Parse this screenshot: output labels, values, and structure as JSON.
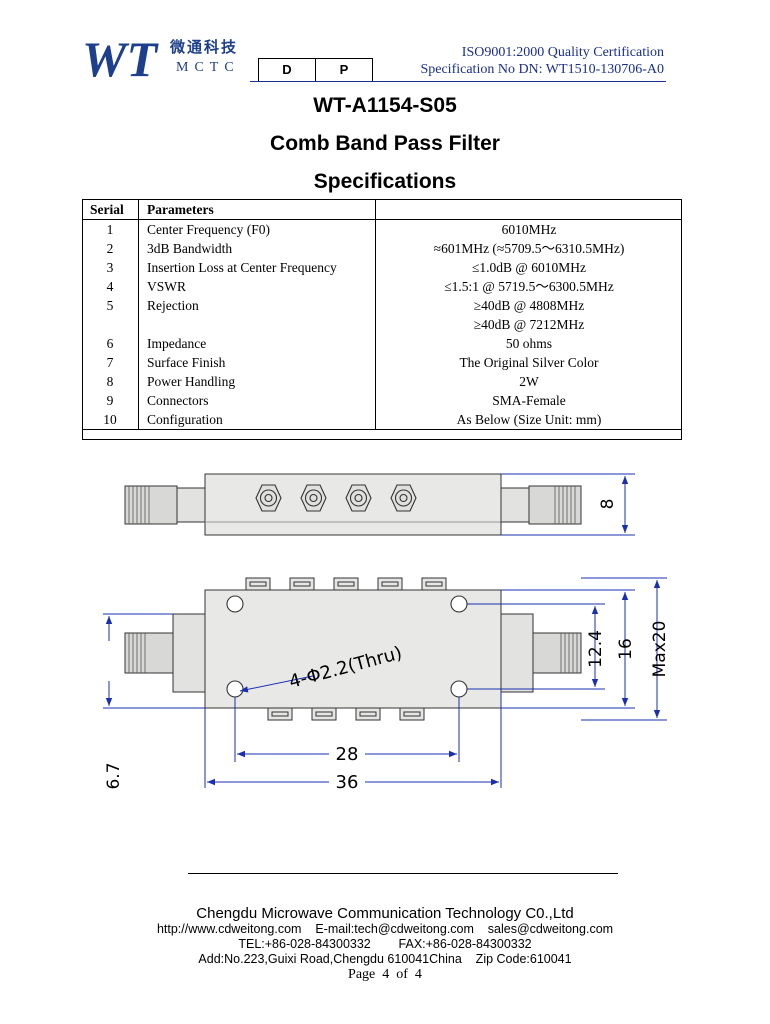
{
  "header": {
    "logo_mark": "WT",
    "logo_cn": "微通科技",
    "logo_en": "MCTC",
    "doc_boxes": [
      "D",
      "P"
    ],
    "certification": "ISO9001:2000  Quality  Certification",
    "spec_no": "Specification  No  DN:  WT1510-130706-A0"
  },
  "titles": {
    "model": "WT-A1154-S05",
    "product": "Comb Band Pass Filter",
    "section": "Specifications"
  },
  "table": {
    "headers": {
      "serial": "Serial",
      "parameters": "Parameters",
      "value": ""
    },
    "rows": [
      {
        "serial": "1",
        "param": "Center Frequency (F0)",
        "values": [
          "6010MHz"
        ]
      },
      {
        "serial": "2",
        "param": "3dB Bandwidth",
        "values": [
          "≈601MHz (≈5709.5～6310.5MHz)"
        ]
      },
      {
        "serial": "3",
        "param": "Insertion Loss at Center Frequency",
        "values": [
          "≤1.0dB @ 6010MHz"
        ]
      },
      {
        "serial": "4",
        "param": "VSWR",
        "values": [
          "≤1.5:1 @ 5719.5～6300.5MHz"
        ]
      },
      {
        "serial": "5",
        "param": "Rejection",
        "values": [
          "≥40dB @ 4808MHz",
          "≥40dB @ 7212MHz"
        ]
      },
      {
        "serial": "6",
        "param": "Impedance",
        "values": [
          "50 ohms"
        ]
      },
      {
        "serial": "7",
        "param": "Surface Finish",
        "values": [
          "The Original Silver Color"
        ]
      },
      {
        "serial": "8",
        "param": "Power Handling",
        "values": [
          "2W"
        ]
      },
      {
        "serial": "9",
        "param": "Connectors",
        "values": [
          "SMA-Female"
        ]
      },
      {
        "serial": "10",
        "param": "Configuration",
        "values": [
          "As Below (Size Unit: mm)"
        ]
      }
    ]
  },
  "drawing": {
    "dim_height": "8",
    "dim_hole_note": "4-Φ2.2(Thru)",
    "dim_12_4": "12.4",
    "dim_16": "16",
    "dim_max20": "Max20",
    "dim_6_7": "6.7",
    "dim_28": "28",
    "dim_36": "36",
    "line_color": "#1a2fb0",
    "body_color": "#e8e8e6"
  },
  "footer": {
    "company": "Chengdu Microwave Communication Technology C0.,Ltd",
    "web": "http://www.cdweitong.com    E-mail:tech@cdweitong.com    sales@cdweitong.com",
    "tel": "TEL:+86-028-84300332        FAX:+86-028-84300332",
    "address": "Add:No.223,Guixi Road,Chengdu 610041China    Zip Code:610041",
    "page": "Page  4  of  4"
  }
}
